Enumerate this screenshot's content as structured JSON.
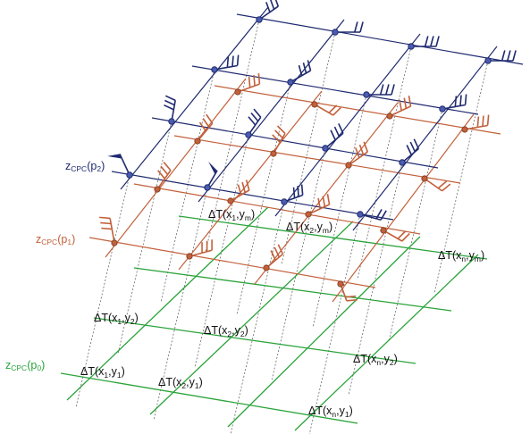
{
  "colors": {
    "level_p0": "#2aa33a",
    "level_p1": "#c2603a",
    "level_p2": "#1f2a70",
    "projection": "#555555",
    "text": "#111111"
  },
  "levels": [
    {
      "id": "p0",
      "prefix": "z",
      "subscript": "CPC",
      "argument": "p",
      "arg_sub": "0"
    },
    {
      "id": "p1",
      "prefix": "z",
      "subscript": "CPC",
      "argument": "p",
      "arg_sub": "1"
    },
    {
      "id": "p2",
      "prefix": "z",
      "subscript": "CPC",
      "argument": "p",
      "arg_sub": "2"
    }
  ],
  "cell_labels": [
    {
      "prefix": "ΔT(x",
      "xs": "1",
      "mid": ",y",
      "ys": "1"
    },
    {
      "prefix": "ΔT(x",
      "xs": "2",
      "mid": ",y",
      "ys": "1"
    },
    {
      "prefix": "ΔT(x",
      "xs": "n",
      "mid": ",y",
      "ys": "1"
    },
    {
      "prefix": "ΔT(x",
      "xs": "1",
      "mid": ",y",
      "ys": "2"
    },
    {
      "prefix": "ΔT(x",
      "xs": "2",
      "mid": ",y",
      "ys": "2"
    },
    {
      "prefix": "ΔT(x",
      "xs": "n",
      "mid": ",y",
      "ys": "2"
    },
    {
      "prefix": "ΔT(x",
      "xs": "1",
      "mid": ",y",
      "ys": "m"
    },
    {
      "prefix": "ΔT(x",
      "xs": "2",
      "mid": ",y",
      "ys": "m"
    },
    {
      "prefix": "ΔT(x",
      "xs": "n",
      "mid": ",y",
      "ys": "m"
    }
  ]
}
